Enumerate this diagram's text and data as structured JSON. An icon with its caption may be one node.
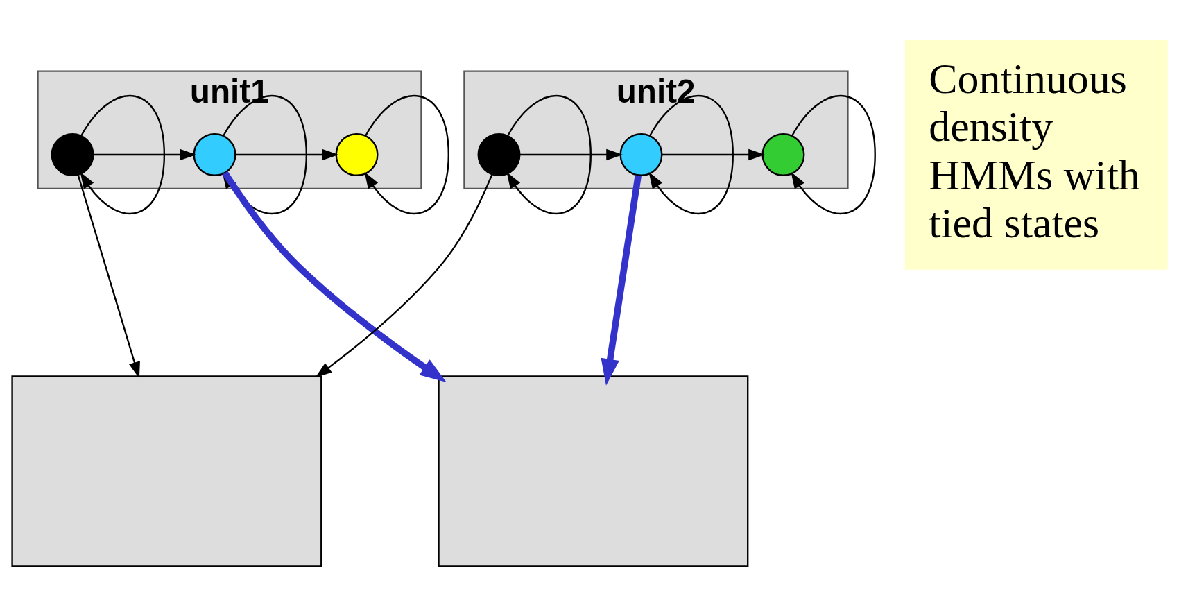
{
  "diagram": {
    "nodes": [
      {
        "text": [
          "unit1"
        ]
      },
      {
        "text": [],
        "shape": "circle",
        "in": 0
      },
      {
        "text": [],
        "shape": "circle",
        "in": 0
      },
      {
        "text": [],
        "shape": "circle",
        "in": 0
      },
      {
        "text": [
          "unit2"
        ]
      },
      {
        "text": [],
        "shape": "circle",
        "in": 4
      },
      {
        "text": [],
        "shape": "circle",
        "in": 4
      },
      {
        "text": [],
        "shape": "circle",
        "in": 4
      },
      {
        "text": [],
        "shape": "box"
      },
      {
        "text": [],
        "shape": "box"
      },
      {
        "text": [
          "Continuous density HMMs with tied states"
        ]
      }
    ],
    "edges": [
      {
        "from": 1,
        "to": 1,
        "arrow": "to"
      },
      {
        "from": 2,
        "to": 2,
        "arrow": "to"
      },
      {
        "from": 3,
        "to": 3,
        "arrow": "to"
      },
      {
        "from": 5,
        "to": 5,
        "arrow": "to"
      },
      {
        "from": 6,
        "to": 6,
        "arrow": "to"
      },
      {
        "from": 7,
        "to": 7,
        "arrow": "to"
      },
      {
        "from": 1,
        "to": 2,
        "arrow": "to"
      },
      {
        "from": 2,
        "to": 3,
        "arrow": "to"
      },
      {
        "from": 5,
        "to": 6,
        "arrow": "to"
      },
      {
        "from": 6,
        "to": 7,
        "arrow": "to"
      },
      {
        "from": 1,
        "to": 8,
        "arrow": "to"
      },
      {
        "from": 5,
        "to": 8,
        "arrow": "to"
      },
      {
        "from": 2,
        "to": 9,
        "arrow": "to",
        "style": "thick",
        "color": "#3333cc"
      },
      {
        "from": 6,
        "to": 9,
        "arrow": "to",
        "style": "thick",
        "color": "#3333cc"
      }
    ]
  }
}
